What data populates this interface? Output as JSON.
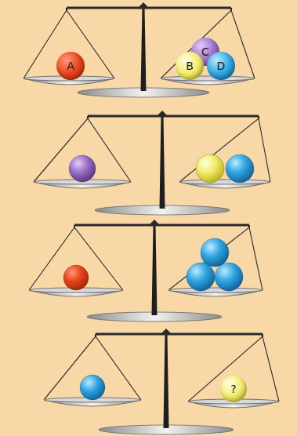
{
  "diagram": {
    "nodes": [
      {
        "text": [
          "A"
        ]
      },
      {
        "text": [
          "C"
        ]
      },
      {
        "text": [
          "B"
        ]
      },
      {
        "text": [
          "D"
        ]
      },
      {
        "text": [
          "?"
        ]
      }
    ]
  }
}
